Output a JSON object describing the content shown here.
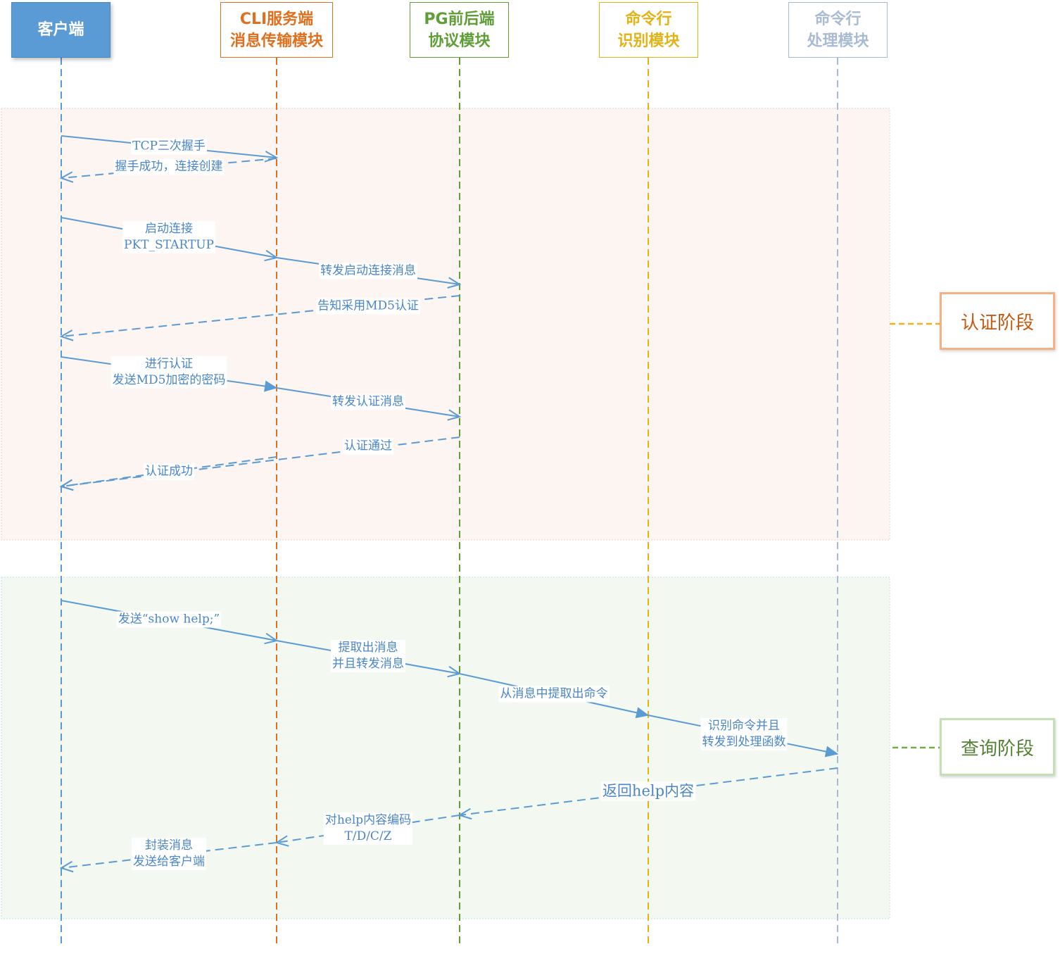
{
  "participants": [
    {
      "lines": [
        "客户端"
      ],
      "color": "#5b9bd5",
      "filled": true
    },
    {
      "lines": [
        "CLI服务端",
        "消息传输模块"
      ],
      "color": "#e0701f",
      "filled": false
    },
    {
      "lines": [
        "PG前后端",
        "协议模块"
      ],
      "color": "#5e9e36",
      "filled": false
    },
    {
      "lines": [
        "命令行",
        "识别模块"
      ],
      "color": "#e3b215",
      "filled": false
    },
    {
      "lines": [
        "命令行",
        "处理模块"
      ],
      "color": "#a9bbd4",
      "filled": false
    }
  ],
  "phases": [
    {
      "label": "认证阶段",
      "color": "#c55a11",
      "border": "#f4b183",
      "fill": "#fdf5f1",
      "region_border": "#f8c9c2",
      "connector": "#f2b01e"
    },
    {
      "label": "查询阶段",
      "color": "#548235",
      "border": "#c5e0b4",
      "fill": "#f3f9f1",
      "region_border": "#b7e4e9",
      "connector": "#70ad47"
    }
  ],
  "messages": [
    {
      "text": [
        "TCP三次握手"
      ],
      "style": "solid",
      "head": "open"
    },
    {
      "text": [
        "握手成功，连接创建"
      ],
      "style": "dashed",
      "head": "open"
    },
    {
      "text": [
        "启动连接",
        "PKT_STARTUP"
      ],
      "style": "solid",
      "head": "open"
    },
    {
      "text": [
        "转发启动连接消息"
      ],
      "style": "solid",
      "head": "open"
    },
    {
      "text": [
        "告知采用MD5认证"
      ],
      "style": "dashed",
      "head": "open"
    },
    {
      "text": [
        "进行认证",
        "发送MD5加密的密码"
      ],
      "style": "solid",
      "head": "filled"
    },
    {
      "text": [
        "转发认证消息"
      ],
      "style": "solid",
      "head": "open"
    },
    {
      "text": [
        "认证通过"
      ],
      "style": "dashed",
      "head": "open"
    },
    {
      "text": [
        "认证成功"
      ],
      "style": "dashed",
      "head": "open"
    },
    {
      "text": [
        "发送“show help;”"
      ],
      "style": "solid",
      "head": "open"
    },
    {
      "text": [
        "提取出消息",
        "并且转发消息"
      ],
      "style": "solid",
      "head": "open"
    },
    {
      "text": [
        "从消息中提取出命令"
      ],
      "style": "solid",
      "head": "filled"
    },
    {
      "text": [
        "识别命令并且",
        "转发到处理函数"
      ],
      "style": "solid",
      "head": "filled"
    },
    {
      "text": [
        "返回help内容"
      ],
      "style": "dashed",
      "head": "open"
    },
    {
      "text": [
        "对help内容编码",
        "T/D/C/Z"
      ],
      "style": "dashed",
      "head": "open"
    },
    {
      "text": [
        "封装消息",
        "发送给客户端"
      ],
      "style": "dashed",
      "head": "open"
    }
  ],
  "arrow_color": "#5b9bd5",
  "text_color": "#4a86c8"
}
